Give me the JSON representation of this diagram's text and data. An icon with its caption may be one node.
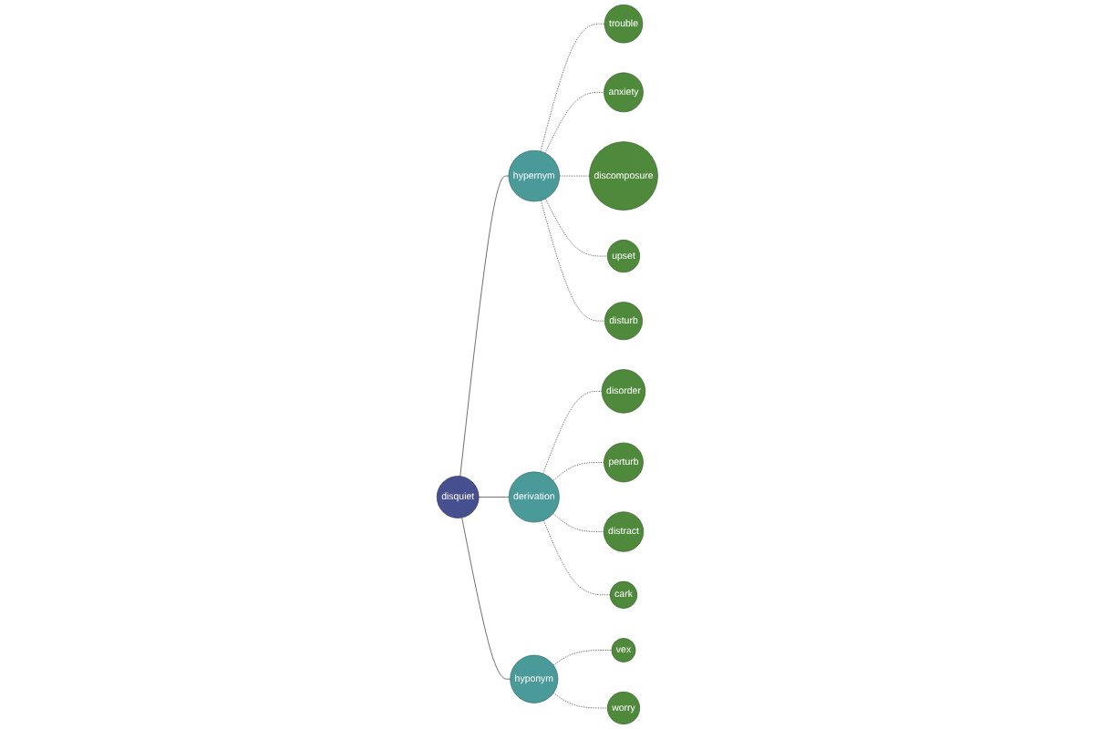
{
  "diagram": {
    "nodes": [
      {
        "text": [
          "disquiet"
        ]
      },
      {
        "text": [
          "hypernym"
        ]
      },
      {
        "text": [
          "derivation"
        ]
      },
      {
        "text": [
          "hyponym"
        ]
      },
      {
        "text": [
          "trouble"
        ]
      },
      {
        "text": [
          "anxiety"
        ]
      },
      {
        "text": [
          "discomposure"
        ]
      },
      {
        "text": [
          "upset"
        ]
      },
      {
        "text": [
          "disturb"
        ]
      },
      {
        "text": [
          "disorder"
        ]
      },
      {
        "text": [
          "perturb"
        ]
      },
      {
        "text": [
          "distract"
        ]
      },
      {
        "text": [
          "cark"
        ]
      },
      {
        "text": [
          "vex"
        ]
      },
      {
        "text": [
          "worry"
        ]
      }
    ],
    "edges": [
      {
        "from": 0,
        "to": 1,
        "arrow": "none"
      },
      {
        "from": 0,
        "to": 2,
        "arrow": "none"
      },
      {
        "from": 0,
        "to": 3,
        "arrow": "none"
      },
      {
        "from": 1,
        "to": 4,
        "arrow": "none",
        "style": "dashed"
      },
      {
        "from": 1,
        "to": 5,
        "arrow": "none",
        "style": "dashed"
      },
      {
        "from": 1,
        "to": 6,
        "arrow": "none",
        "style": "dashed"
      },
      {
        "from": 1,
        "to": 7,
        "arrow": "none",
        "style": "dashed"
      },
      {
        "from": 1,
        "to": 8,
        "arrow": "none",
        "style": "dashed"
      },
      {
        "from": 2,
        "to": 9,
        "arrow": "none",
        "style": "dashed"
      },
      {
        "from": 2,
        "to": 10,
        "arrow": "none",
        "style": "dashed"
      },
      {
        "from": 2,
        "to": 11,
        "arrow": "none",
        "style": "dashed"
      },
      {
        "from": 2,
        "to": 12,
        "arrow": "none",
        "style": "dashed"
      },
      {
        "from": 3,
        "to": 13,
        "arrow": "none",
        "style": "dashed"
      },
      {
        "from": 3,
        "to": 14,
        "arrow": "none",
        "style": "dashed"
      }
    ]
  }
}
